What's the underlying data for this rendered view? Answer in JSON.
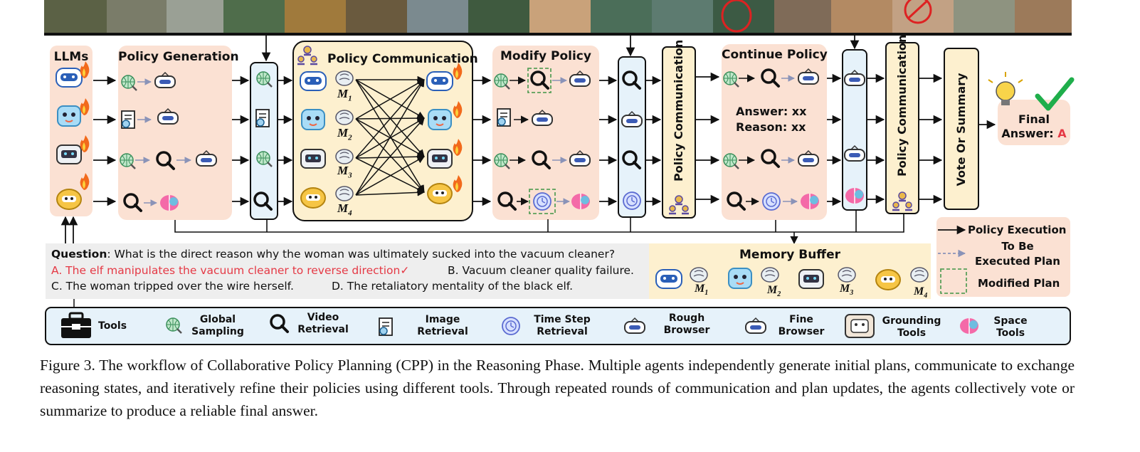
{
  "colors": {
    "panel_pink": "#fbe1d3",
    "panel_yellow": "#fdf0cf",
    "panel_blue": "#e6f2fa",
    "accent_red": "#e53945",
    "check_green": "#1fae4b"
  },
  "diagram": {
    "llms_label": "LLMs",
    "stage_policy_generation": "Policy Generation",
    "stage_policy_communication": "Policy Communication",
    "stage_modify_policy": "Modify Policy",
    "stage_continue_policy": "Continue Policy",
    "vertical_policy_communication_1": "Policy Communication",
    "vertical_policy_communication_2": "Policy Communication",
    "vertical_vote": "Vote Or Summary",
    "answer_line": "Answer: xx",
    "reason_line": "Reason: xx",
    "final_label": "Final",
    "final_answer_prefix": "Answer: ",
    "final_answer_value": "A",
    "memory_label": "M",
    "memory_subscripts": [
      "1",
      "2",
      "3",
      "4"
    ],
    "memory_buffer_title": "Memory Buffer"
  },
  "question": {
    "label": "Question",
    "text": ": What is the direct reason why the woman was ultimately sucked into the vacuum cleaner?",
    "option_a": "A. The elf manipulates the vacuum cleaner to reverse direction✓",
    "option_b": "B. Vacuum cleaner quality failure.",
    "option_c": "C. The woman tripped over the wire herself.",
    "option_d": "D. The retaliatory mentality of the black elf."
  },
  "key": {
    "policy_execution": "Policy Execution",
    "to_be_executed_1": "To Be",
    "to_be_executed_2": "Executed Plan",
    "modified_plan": "Modified Plan"
  },
  "tools_legend": [
    {
      "icon": "toolbox-icon",
      "line1": "Tools",
      "line2": ""
    },
    {
      "icon": "global-sampling-icon",
      "line1": "Global",
      "line2": "Sampling"
    },
    {
      "icon": "video-retrieval-icon",
      "line1": "Video",
      "line2": "Retrieval"
    },
    {
      "icon": "image-retrieval-icon",
      "line1": "Image",
      "line2": "Retrieval"
    },
    {
      "icon": "time-step-retrieval-icon",
      "line1": "Time Step",
      "line2": "Retrieval"
    },
    {
      "icon": "rough-browser-icon",
      "line1": "Rough",
      "line2": "Browser"
    },
    {
      "icon": "fine-browser-icon",
      "line1": "Fine",
      "line2": "Browser"
    },
    {
      "icon": "grounding-tools-icon",
      "line1": "Grounding",
      "line2": "Tools"
    },
    {
      "icon": "space-tools-icon",
      "line1": "Space",
      "line2": "Tools"
    }
  ],
  "caption": {
    "text": "Figure 3. The workflow of Collaborative Policy Planning (CPP) in the Reasoning Phase. Multiple agents independently generate initial plans, communicate to exchange reasoning states, and iteratively refine their policies using different tools. Through repeated rounds of communication and plan updates, the agents collectively vote or summarize to produce a reliable final answer."
  }
}
